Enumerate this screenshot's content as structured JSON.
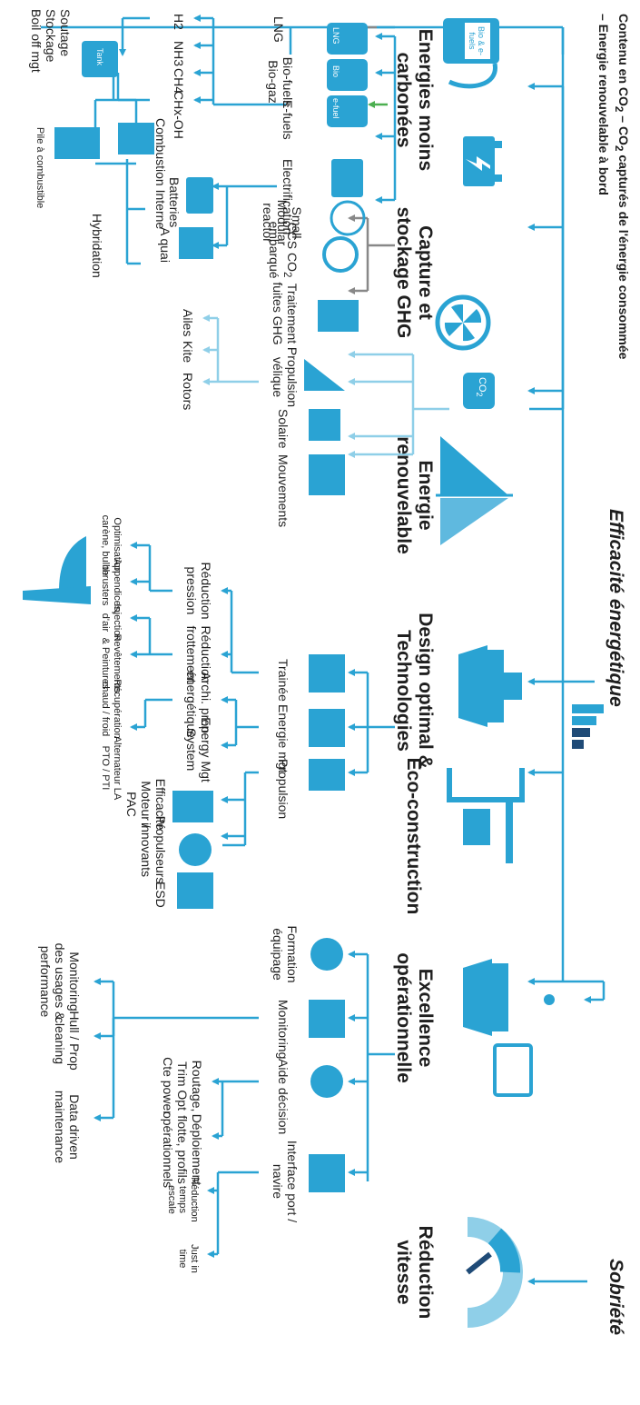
{
  "header": {
    "title_line1": "Contenu en CO",
    "title_sub": "2",
    "title_line1b": " – CO",
    "title_sub2": "2",
    "title_line1c": " capturés de l'énergie consommée",
    "title_line2": "– Energie renouvelable à bord"
  },
  "sections": {
    "sobriete": "Sobriété",
    "efficacite": "Efficacité énergétique",
    "energies_moins_l1": "Energies moins",
    "energies_moins_l2": "carbonées",
    "capture_l1": "Capture et",
    "capture_l2": "stockage GHG",
    "renouvelable_l1": "Energie",
    "renouvelable_l2": "renouvelable",
    "design_l1": "Design optimal &",
    "design_l2": "Technologies",
    "eco": "Eco-construction",
    "excellence_l1": "Excellence",
    "excellence_l2": "opérationnelle",
    "reduction_l1": "Réduction",
    "reduction_l2": "vitesse"
  },
  "fuel": {
    "lng": "LNG",
    "biofuels_l1": "Bio-fuels",
    "biofuels_l2": "Bio-gaz",
    "efuels": "E-fuels",
    "electrification": "Electrification",
    "smr_l1": "Small",
    "smr_l2": "Modular",
    "smr_l3": "reactor",
    "h2": "H2",
    "nh3": "NH3",
    "ch4": "CH4",
    "chx": "CHx-OH",
    "soutage_l1": "Soutage",
    "soutage_l2": "Stockage",
    "soutage_l3": "Boil off mgt",
    "combustion": "Combustion Interne",
    "pile": "Pile à combustible",
    "a_quai": "A quai",
    "batteries": "Batteries",
    "hybridation": "Hybridation",
    "tank_label": "Tank",
    "bio_efuels_l1": "Bio & e-",
    "bio_efuels_l2": "fuels",
    "lng_can": "LNG",
    "bio_can": "Bio",
    "efuel_can": "e-fuel"
  },
  "capture": {
    "ccs_l1": "CCS CO",
    "ccs_sub": "2",
    "ccs_l2": "embarqué",
    "traitement_l1": "Traitement",
    "traitement_l2": "fuites GHG",
    "co2_badge": "CO",
    "co2_badge_sub": "2"
  },
  "renew": {
    "velique_l1": "Propulsion",
    "velique_l2": "vélique",
    "solaire": "Solaire",
    "mouvements": "Mouvements",
    "ailes": "Ailes",
    "kite": "Kite",
    "rotors": "Rotors"
  },
  "design": {
    "trainee": "Trainée",
    "energie_mgt": "Energie mgt",
    "propulsion": "Propulsion",
    "reduction_pression_l1": "Réduction",
    "reduction_pression_l2": "pression",
    "reduction_frottement_l1": "Réduction",
    "reduction_frottement_l2": "frottement",
    "archi_l1": "Archi. prop.",
    "archi_l2": "énergétique",
    "ems_l1": "Energy Mgt",
    "ems_l2": "System",
    "efficacite_moteur_l1": "Efficacité",
    "efficacite_moteur_l2": "Moteur /",
    "efficacite_moteur_l3": "PAC",
    "propulseurs_l1": "Propulseurs",
    "propulseurs_l2": "innovants",
    "esd": "ESD",
    "optimisation_l1": "Optimisation",
    "optimisation_l2": "carène, bulbe",
    "appendices_l1": "Appendices,",
    "appendices_l2": "thrusters",
    "injection_l1": "Injection",
    "injection_l2": "d'air",
    "revetements_l1": "Revêtements",
    "revetements_l2": "& Peintures",
    "recuperation_l1": "Récupération",
    "recuperation_l2": "chaud / froid",
    "alternateur_l1": "Alternateur LA",
    "alternateur_l2": "PTO / PTI"
  },
  "ops": {
    "formation_l1": "Formation",
    "formation_l2": "équipage",
    "monitoring": "Monitoring",
    "aide_decision": "Aide décision",
    "interface_l1": "Interface port /",
    "interface_l2": "navire",
    "monitoring_usages_l1": "Monitoring",
    "monitoring_usages_l2": "des usages &",
    "monitoring_usages_l3": "performance",
    "hull_l1": "Hull / Prop",
    "hull_l2": "cleaning",
    "data_l1": "Data driven",
    "data_l2": "maintenance",
    "routage_l1": "Routage,",
    "routage_l2": "Trim Opt",
    "routage_l3": "Cte power",
    "deploiement_l1": "Déploiement",
    "deploiement_l2": "flotte, profils",
    "deploiement_l3": "opérationnels",
    "reduction_temps_l1": "Réduction",
    "reduction_temps_l2": "temps",
    "reduction_temps_l3": "escale",
    "just_l1": "Just in",
    "just_l2": "time"
  },
  "colors": {
    "accent": "#2aa3d3",
    "light_accent": "#8fcfe8",
    "grey": "#888888",
    "green": "#4caf50",
    "text": "#1f1f1f"
  }
}
